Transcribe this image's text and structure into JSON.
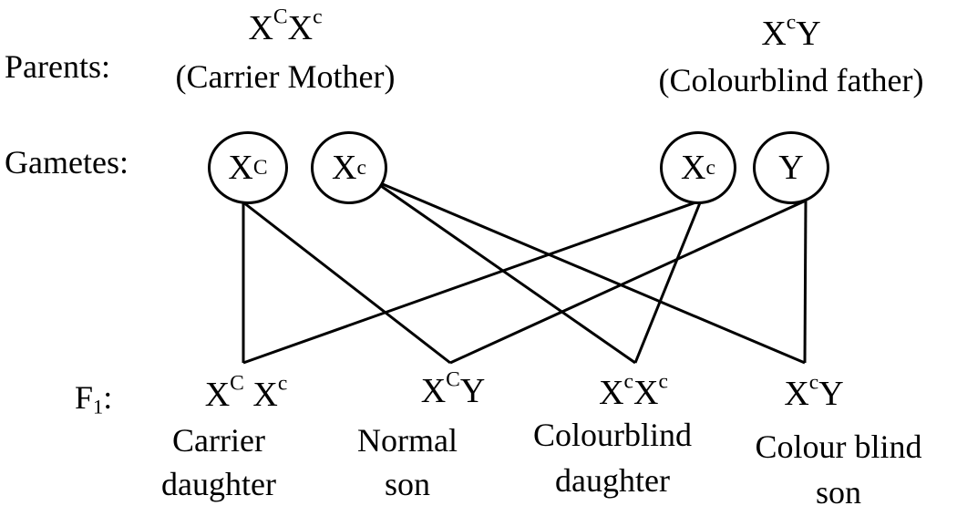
{
  "parents": {
    "label": "Parents:",
    "mother": {
      "genotype_base1": "X",
      "genotype_sup1": "C",
      "genotype_base2": "X",
      "genotype_sup2": "c",
      "description": "(Carrier Mother)"
    },
    "father": {
      "genotype_base1": "X",
      "genotype_sup1": "c",
      "genotype_base2": "Y",
      "description": "(Colourblind father)"
    }
  },
  "gametes": {
    "label": "Gametes:",
    "items": [
      {
        "base": "X",
        "sup": "C"
      },
      {
        "base": "X",
        "sup": "c"
      },
      {
        "base": "X",
        "sup": "c"
      },
      {
        "base": "Y",
        "sup": ""
      }
    ]
  },
  "offspring": {
    "label_base": "F",
    "label_sub": "1",
    "label_colon": ":",
    "items": [
      {
        "g1": "X",
        "s1": "C",
        "g2": "X",
        "s2": "c",
        "line1": "Carrier",
        "line2": "daughter"
      },
      {
        "g1": "X",
        "s1": "C",
        "g2": "Y",
        "s2": "",
        "line1": "Normal",
        "line2": "son"
      },
      {
        "g1": "X",
        "s1": "c",
        "g2": "X",
        "s2": "c",
        "line1": "Colourblind",
        "line2": "daughter"
      },
      {
        "g1": "X",
        "s1": "c",
        "g2": "Y",
        "s2": "",
        "line1": "Colour blind",
        "line2": "son"
      }
    ]
  },
  "connections": [
    [
      0,
      0
    ],
    [
      0,
      1
    ],
    [
      1,
      2
    ],
    [
      1,
      3
    ],
    [
      2,
      0
    ],
    [
      2,
      2
    ],
    [
      3,
      1
    ],
    [
      3,
      3
    ]
  ]
}
